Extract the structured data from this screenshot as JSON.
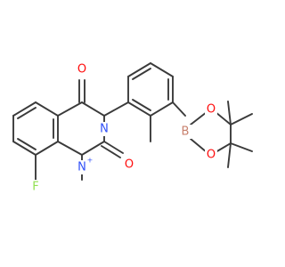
{
  "molecule": {
    "atoms": {
      "O_top": {
        "symbol": "O"
      },
      "O_right": {
        "symbol": "O"
      },
      "N3": {
        "symbol": "N"
      },
      "N1": {
        "symbol": "N"
      },
      "N1_charge": {
        "symbol": "+"
      },
      "F": {
        "symbol": "F"
      },
      "B": {
        "symbol": "B"
      },
      "O_boron_upper": {
        "symbol": "O"
      },
      "O_boron_lower": {
        "symbol": "O"
      }
    },
    "colors": {
      "bond": "#3a3a3a",
      "oxygen": "#ff0d0d",
      "nitrogen": "#3050f8",
      "fluorine": "#90e050",
      "boron": "#c8816e"
    }
  }
}
